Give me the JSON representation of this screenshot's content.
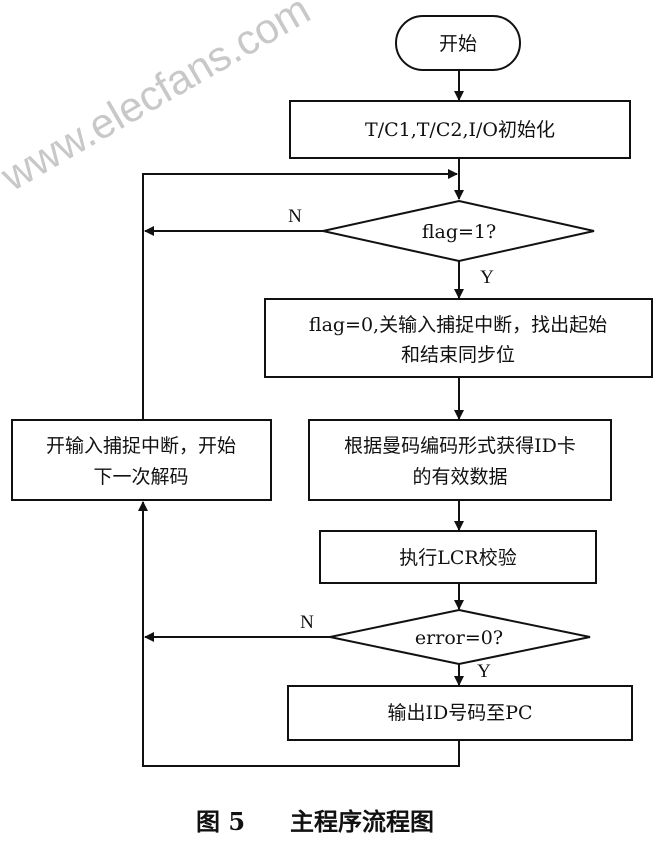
{
  "watermark": "www.elecfans.com",
  "nodes": {
    "start": "开始",
    "init": "T/C1,T/C2,I/O初始化",
    "flag_check": "flag=1?",
    "find_sync_line1": "flag=0,关输入捕捉中断，找出起始",
    "find_sync_line2": "和结束同步位",
    "decode_line1": "根据曼码编码形式获得ID卡",
    "decode_line2": "的有效数据",
    "lcr": "执行LCR校验",
    "error_check": "error=0?",
    "output": "输出ID号码至PC",
    "restart_line1": "开输入捕捉中断，开始",
    "restart_line2": "下一次解码"
  },
  "labels": {
    "flag_no": "N",
    "flag_yes": "Y",
    "error_no": "N",
    "error_yes": "Y"
  },
  "caption": {
    "figure": "图 5",
    "title": "主程序流程图"
  }
}
